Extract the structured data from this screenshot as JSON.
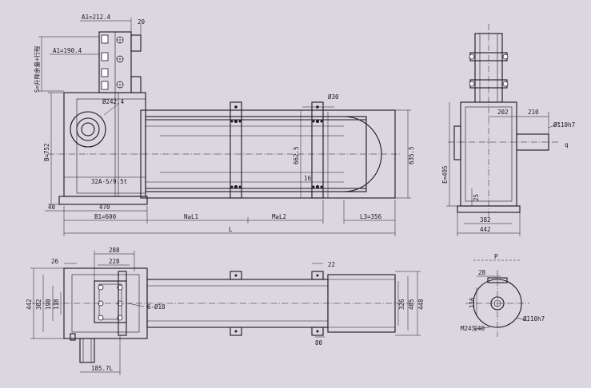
{
  "colors": {
    "background": "#dcd6e0",
    "line": "#1a1a1a"
  },
  "views": {
    "front": {
      "labels": {
        "a1_top": "A1=212.4",
        "top_20": "20",
        "a1_mid": "A1=190.4",
        "stroke_s": "S=升降余量+行程",
        "d_242": "Ø242.4",
        "model": "32A-S/9.5t",
        "b_752": "B=752",
        "w_40": "40",
        "w_470": "470",
        "b1_600": "B1=600",
        "n_l1": "N≥L1",
        "m_l2": "M≥L2",
        "l3": "L3=356",
        "total_l": "L",
        "d_30": "Ø30",
        "h_6625": "662.5",
        "h_6355": "635.5",
        "w_16": "16"
      }
    },
    "side": {
      "labels": {
        "w_202": "202",
        "w_210": "210",
        "d_110_h7": "Ø110h7",
        "e_495": "E=495",
        "h_25": "25",
        "w_382": "382",
        "w_442": "442",
        "q_mark": "q"
      }
    },
    "top": {
      "labels": {
        "w_26": "26",
        "w_288": "288",
        "w_228": "228",
        "w_22": "22",
        "holes": "6-Ø18",
        "h_442": "442",
        "h_382": "382",
        "h_190": "190",
        "h_118": "118",
        "h_326": "326",
        "h_405": "405",
        "h_448": "448",
        "w_80": "80",
        "w_1857": "185.7L"
      }
    },
    "shaft": {
      "labels": {
        "w_28": "28",
        "h_116": "116",
        "d_110_h7": "Ø110h7",
        "thread": "M24深40",
        "view_p": "P"
      }
    }
  }
}
